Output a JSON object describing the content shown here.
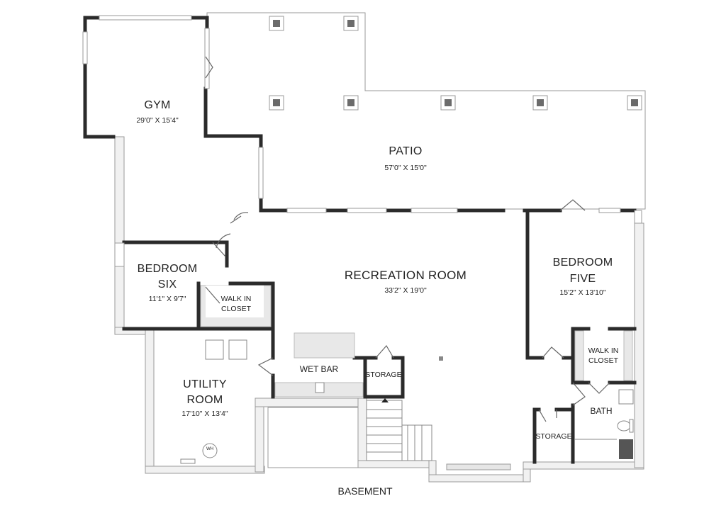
{
  "plan_title": "BASEMENT",
  "rooms": {
    "gym": {
      "name": "GYM",
      "dims": "29'0\" X 15'4\""
    },
    "patio": {
      "name": "PATIO",
      "dims": "57'0\" X 15'0\""
    },
    "bedroom_six": {
      "name_line1": "BEDROOM",
      "name_line2": "SIX",
      "dims": "11'1\" X 9'7\""
    },
    "walk_in_closet_six": {
      "line1": "WALK IN",
      "line2": "CLOSET"
    },
    "recreation_room": {
      "name": "RECREATION ROOM",
      "dims": "33'2\" X 19'0\""
    },
    "bedroom_five": {
      "name_line1": "BEDROOM",
      "name_line2": "FIVE",
      "dims": "15'2\" X 13'10\""
    },
    "walk_in_closet_five": {
      "line1": "WALK IN",
      "line2": "CLOSET"
    },
    "utility_room": {
      "name_line1": "UTILITY",
      "name_line2": "ROOM",
      "dims": "17'10\" X 13'4\""
    },
    "wet_bar": {
      "name": "WET BAR"
    },
    "storage_bar": {
      "name": "STORAGE"
    },
    "storage_bath": {
      "name": "STORAGE"
    },
    "bath": {
      "name": "BATH"
    },
    "water_heater": {
      "name": "WH"
    }
  },
  "colors": {
    "wall": "#2b2b2b",
    "exterior_wall": "#e9e9e9",
    "outline": "#9a9a9a",
    "column": "#6b6b6b"
  }
}
